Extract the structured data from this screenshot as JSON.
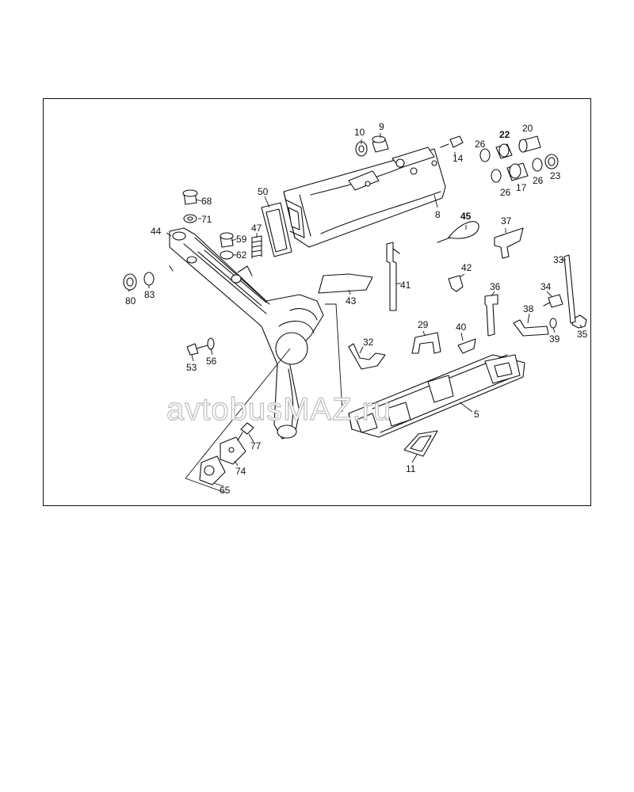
{
  "watermark": "avtobusMAZ.ru",
  "colors": {
    "ink": "#111111",
    "background": "#ffffff",
    "watermark_outline": "#bdbdbd"
  },
  "labels": [
    {
      "id": "10",
      "text": "10"
    },
    {
      "id": "9",
      "text": "9"
    },
    {
      "id": "14",
      "text": "14"
    },
    {
      "id": "26a",
      "text": "26"
    },
    {
      "id": "22",
      "text": "22"
    },
    {
      "id": "20",
      "text": "20"
    },
    {
      "id": "26b",
      "text": "26"
    },
    {
      "id": "17",
      "text": "17"
    },
    {
      "id": "26c",
      "text": "26"
    },
    {
      "id": "23",
      "text": "23"
    },
    {
      "id": "8",
      "text": "8"
    },
    {
      "id": "50",
      "text": "50"
    },
    {
      "id": "68",
      "text": "68"
    },
    {
      "id": "71",
      "text": "71"
    },
    {
      "id": "44",
      "text": "44"
    },
    {
      "id": "47",
      "text": "47"
    },
    {
      "id": "59",
      "text": "59"
    },
    {
      "id": "62",
      "text": "62"
    },
    {
      "id": "45",
      "text": "45"
    },
    {
      "id": "37",
      "text": "37"
    },
    {
      "id": "33",
      "text": "33"
    },
    {
      "id": "42",
      "text": "42"
    },
    {
      "id": "41",
      "text": "41"
    },
    {
      "id": "36",
      "text": "36"
    },
    {
      "id": "34",
      "text": "34"
    },
    {
      "id": "80",
      "text": "80"
    },
    {
      "id": "83",
      "text": "83"
    },
    {
      "id": "43",
      "text": "43"
    },
    {
      "id": "38",
      "text": "38"
    },
    {
      "id": "35",
      "text": "35"
    },
    {
      "id": "39",
      "text": "39"
    },
    {
      "id": "29",
      "text": "29"
    },
    {
      "id": "40",
      "text": "40"
    },
    {
      "id": "32",
      "text": "32"
    },
    {
      "id": "53",
      "text": "53"
    },
    {
      "id": "56",
      "text": "56"
    },
    {
      "id": "5",
      "text": "5"
    },
    {
      "id": "77",
      "text": "77"
    },
    {
      "id": "74",
      "text": "74"
    },
    {
      "id": "11",
      "text": "11"
    },
    {
      "id": "65",
      "text": "65"
    }
  ]
}
